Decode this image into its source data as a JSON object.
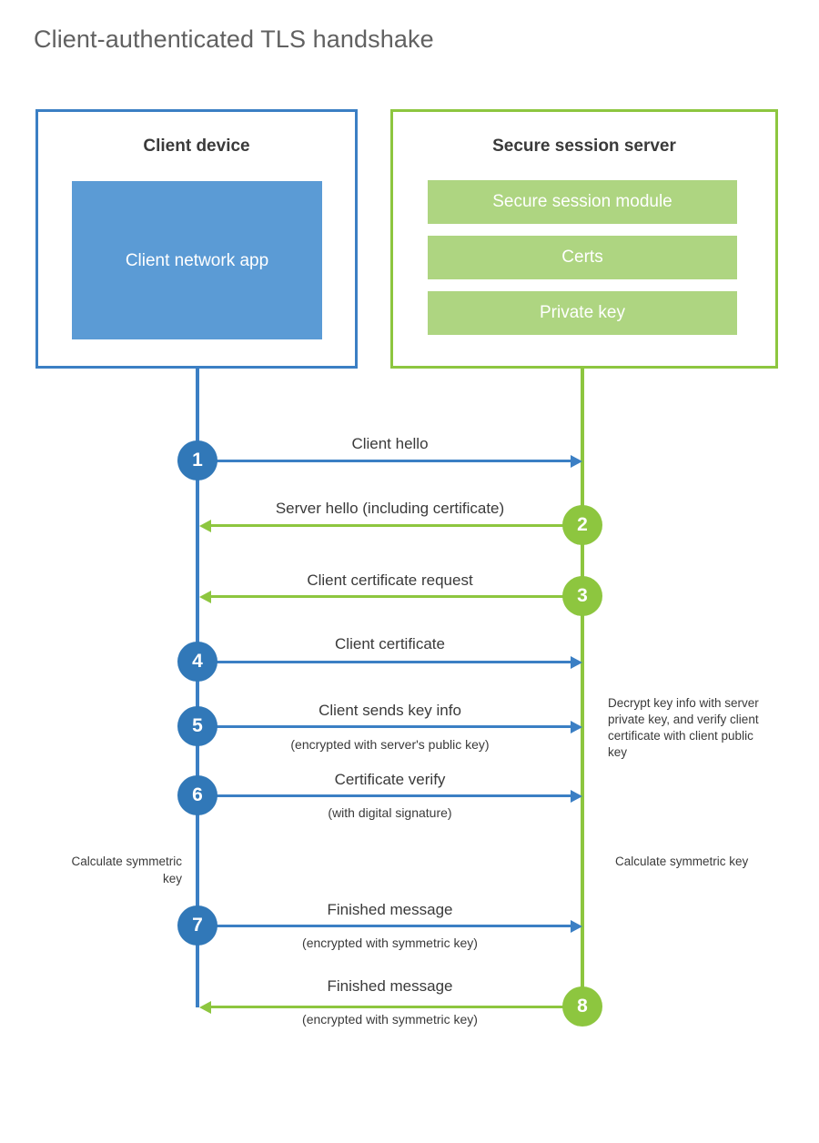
{
  "title": "Client-authenticated TLS handshake",
  "colors": {
    "client_border": "#3B7FC4",
    "client_fill": "#5B9BD5",
    "client_circle": "#3178B8",
    "server_border": "#8DC63F",
    "server_fill": "#AED581",
    "server_circle": "#8DC63F",
    "title_text": "#616161",
    "body_text": "#3A3A3A"
  },
  "participants": {
    "client": {
      "title": "Client device",
      "component": "Client network app"
    },
    "server": {
      "title": "Secure session server",
      "components": [
        "Secure session module",
        "Certs",
        "Private key"
      ]
    }
  },
  "steps": [
    {
      "number": "1",
      "label": "Client hello",
      "sublabel": "",
      "direction": "client-to-server",
      "color": "blue"
    },
    {
      "number": "2",
      "label": "Server hello (including certificate)",
      "sublabel": "",
      "direction": "server-to-client",
      "color": "green"
    },
    {
      "number": "3",
      "label": "Client certificate request",
      "sublabel": "",
      "direction": "server-to-client",
      "color": "green"
    },
    {
      "number": "4",
      "label": "Client certificate",
      "sublabel": "",
      "direction": "client-to-server",
      "color": "blue"
    },
    {
      "number": "5",
      "label": "Client sends key info",
      "sublabel": "(encrypted with server's public key)",
      "direction": "client-to-server",
      "color": "blue"
    },
    {
      "number": "6",
      "label": "Certificate verify",
      "sublabel": "(with digital signature)",
      "direction": "client-to-server",
      "color": "blue"
    },
    {
      "number": "7",
      "label": "Finished message",
      "sublabel": "(encrypted with symmetric key)",
      "direction": "client-to-server",
      "color": "blue"
    },
    {
      "number": "8",
      "label": "Finished message",
      "sublabel": "(encrypted with symmetric key)",
      "direction": "server-to-client",
      "color": "green"
    }
  ],
  "annotations": {
    "server_process": "Decrypt key info with server private key, and verify client certificate with client public key",
    "client_calculate": "Calculate symmetric key",
    "server_calculate": "Calculate symmetric key"
  }
}
